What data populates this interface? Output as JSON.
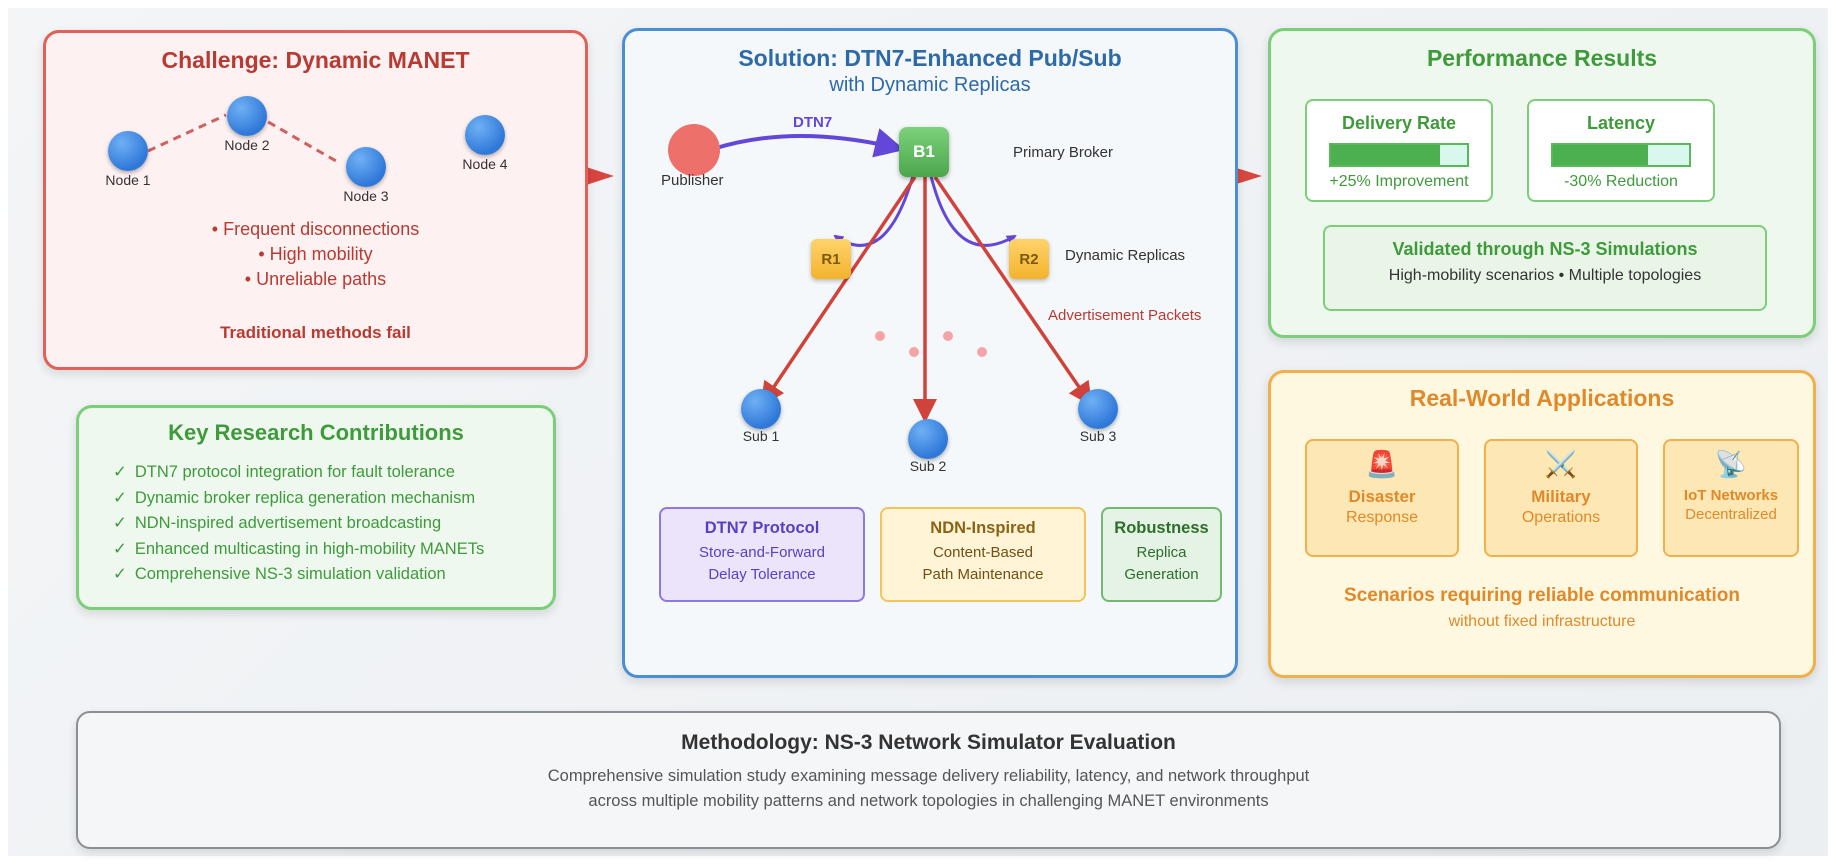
{
  "challenge": {
    "title": "Challenge: Dynamic MANET",
    "nodes": [
      "Node 1",
      "Node 2",
      "Node 3",
      "Node 4"
    ],
    "bullets": [
      "• Frequent disconnections",
      "• High mobility",
      "• Unreliable paths"
    ],
    "footer": "Traditional methods fail"
  },
  "contributions": {
    "title": "Key Research Contributions",
    "check": "✓",
    "items": [
      "DTN7 protocol integration for fault tolerance",
      "Dynamic broker replica generation mechanism",
      "NDN-inspired advertisement broadcasting",
      "Enhanced multicasting in high-mobility MANETs",
      "Comprehensive NS-3 simulation validation"
    ]
  },
  "solution": {
    "title": "Solution: DTN7-Enhanced Pub/Sub",
    "subtitle": "with Dynamic Replicas",
    "dtn7_label": "DTN7",
    "publisher": "Publisher",
    "broker": "B1",
    "broker_label": "Primary Broker",
    "replicas": [
      "R1",
      "R2"
    ],
    "replica_label": "Dynamic Replicas",
    "adv_label": "Advertisement Packets",
    "subs": [
      "Sub 1",
      "Sub 2",
      "Sub 3"
    ],
    "boxes": [
      {
        "head": "DTN7 Protocol",
        "line1": "Store-and-Forward",
        "line2": "Delay Tolerance"
      },
      {
        "head": "NDN-Inspired",
        "line1": "Content-Based",
        "line2": "Path Maintenance"
      },
      {
        "head": "Robustness",
        "line1": "Replica",
        "line2": "Generation"
      }
    ]
  },
  "performance": {
    "title": "Performance Results",
    "metrics": [
      {
        "head": "Delivery Rate",
        "value": "+25% Improvement",
        "fill": 0.8
      },
      {
        "head": "Latency",
        "value": "-30% Reduction",
        "fill": 0.7
      }
    ],
    "validated_head": "Validated through NS-3 Simulations",
    "validated_text": "High-mobility scenarios • Multiple topologies"
  },
  "applications": {
    "title": "Real-World Applications",
    "items": [
      {
        "icon": "🚨",
        "head": "Disaster",
        "sub": "Response"
      },
      {
        "icon": "⚔️",
        "head": "Military",
        "sub": "Operations"
      },
      {
        "icon": "📡",
        "head": "IoT Networks",
        "sub": "Decentralized"
      }
    ],
    "scenario": "Scenarios requiring reliable communication",
    "scenario_sub": "without fixed infrastructure"
  },
  "methodology": {
    "title": "Methodology: NS-3 Network Simulator Evaluation",
    "line1": "Comprehensive simulation study examining message delivery reliability, latency, and network throughput",
    "line2": "across multiple mobility patterns and network topologies in challenging MANET environments"
  },
  "colors": {
    "challenge": "#e0605a",
    "solution": "#4b8fd3",
    "performance": "#7ccf79",
    "applications": "#f0b04b",
    "dtn7_arrow": "#6347d8",
    "adv_arrow": "#d0433a"
  }
}
